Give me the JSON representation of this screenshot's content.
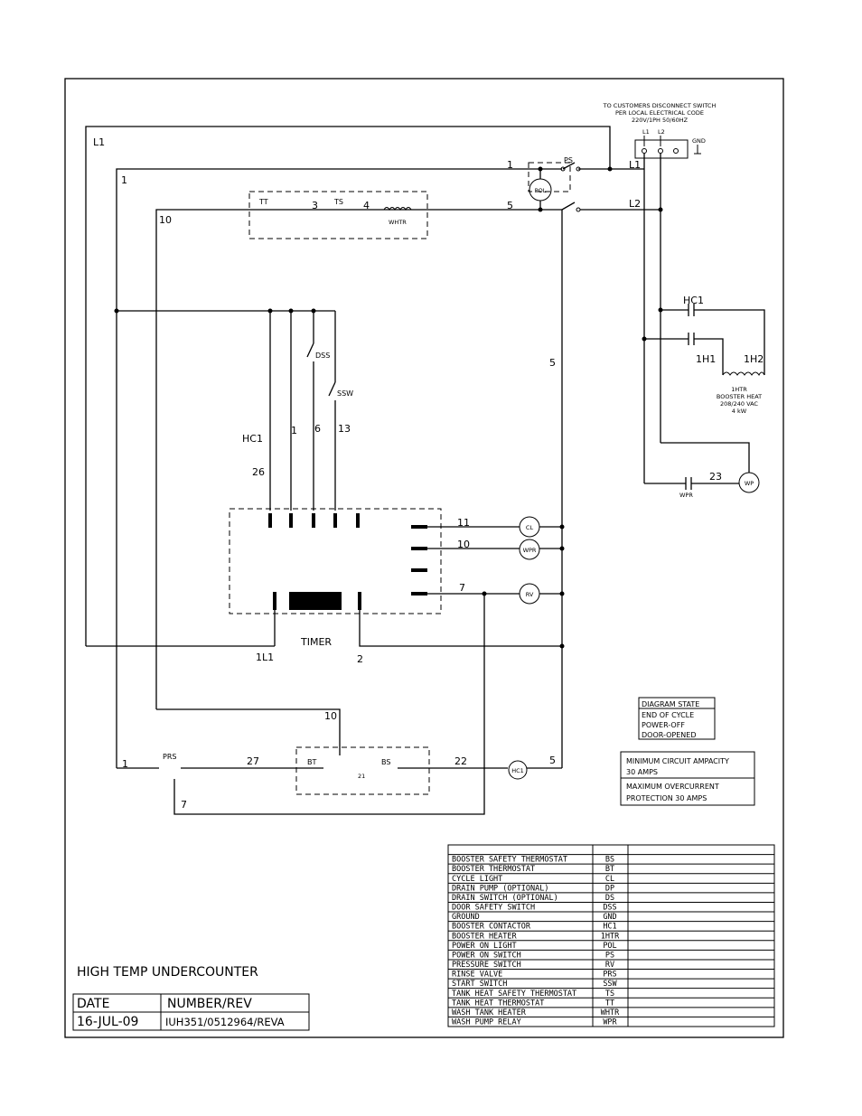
{
  "supply": {
    "note_line1": "TO CUSTOMERS DISCONNECT SWITCH",
    "note_line2": "PER LOCAL ELECTRICAL CODE",
    "note_line3": "220V/1PH 50/60HZ",
    "terminal_l1": "L1",
    "terminal_l2": "L2",
    "ground": "GND"
  },
  "wires": {
    "L1_left": "L1",
    "w1_top": "1",
    "w1_left": "1",
    "w10_left": "10",
    "L1_right": "L1",
    "L2_right": "L2",
    "w3": "3",
    "w4": "4",
    "w5_top": "5",
    "w5_mid": "5",
    "w26": "26",
    "w1_mid": "1",
    "w6": "6",
    "w13": "13",
    "w11": "11",
    "w10_mid": "10",
    "w7_mid": "7",
    "w1L1": "1L1",
    "w2": "2",
    "w10_low": "10",
    "w1_low": "1",
    "w27": "27",
    "w22": "22",
    "w5_low": "5",
    "w21": "21",
    "w7_low": "7",
    "w23": "23"
  },
  "components": {
    "ps": "PS",
    "pol": "POL",
    "tt": "TT",
    "ts": "TS",
    "whtr": "WHTR",
    "dss": "DSS",
    "ssw": "SSW",
    "hc1_contact": "HC1",
    "timer": "TIMER",
    "cl": "CL",
    "wpr": "WPR",
    "rv": "RV",
    "prs": "PRS",
    "bt": "BT",
    "bs": "BS",
    "hc1_coil": "HC1",
    "hc1_right": "HC1",
    "h1": "1H1",
    "h2": "1H2",
    "wp": "WP",
    "wpr_contact": "WPR",
    "heater_note1": "1HTR",
    "heater_note2": "BOOSTER HEAT",
    "heater_note3": "208/240 VAC",
    "heater_note4": "4 kW"
  },
  "diagram_state": [
    "DIAGRAM STATE",
    "END OF CYCLE",
    "POWER-OFF",
    "DOOR-OPENED"
  ],
  "ratings": {
    "mca_line1": "MINIMUM CIRCUIT AMPACITY",
    "mca_line2": "30 AMPS",
    "mop_line1": "MAXIMUM OVERCURRENT",
    "mop_line2": "PROTECTION 30 AMPS"
  },
  "legend": [
    {
      "name": "BOOSTER SAFETY THERMOSTAT",
      "code": "BS"
    },
    {
      "name": "BOOSTER THERMOSTAT",
      "code": "BT"
    },
    {
      "name": "CYCLE LIGHT",
      "code": "CL"
    },
    {
      "name": "DRAIN PUMP (OPTIONAL)",
      "code": "DP"
    },
    {
      "name": "DRAIN SWITCH (OPTIONAL)",
      "code": "DS"
    },
    {
      "name": "DOOR SAFETY SWITCH",
      "code": "DSS"
    },
    {
      "name": "GROUND",
      "code": "GND"
    },
    {
      "name": "BOOSTER CONTACTOR",
      "code": "HC1"
    },
    {
      "name": "BOOSTER HEATER",
      "code": "1HTR"
    },
    {
      "name": "POWER ON LIGHT",
      "code": "POL"
    },
    {
      "name": "POWER ON SWITCH",
      "code": "PS"
    },
    {
      "name": "PRESSURE SWITCH",
      "code": "RV"
    },
    {
      "name": "RINSE VALVE",
      "code": "PRS"
    },
    {
      "name": "START SWITCH",
      "code": "SSW"
    },
    {
      "name": "TANK HEAT SAFETY THERMOSTAT",
      "code": "TS"
    },
    {
      "name": "TANK HEAT THERMOSTAT",
      "code": "TT"
    },
    {
      "name": "WASH TANK HEATER",
      "code": "WHTR"
    },
    {
      "name": "WASH PUMP RELAY",
      "code": "WPR"
    }
  ],
  "title_block": {
    "title": "HIGH TEMP UNDERCOUNTER",
    "date_header": "DATE",
    "number_header": "NUMBER/REV",
    "date": "16-JUL-09",
    "number": "IUH351/0512964/REVA"
  }
}
